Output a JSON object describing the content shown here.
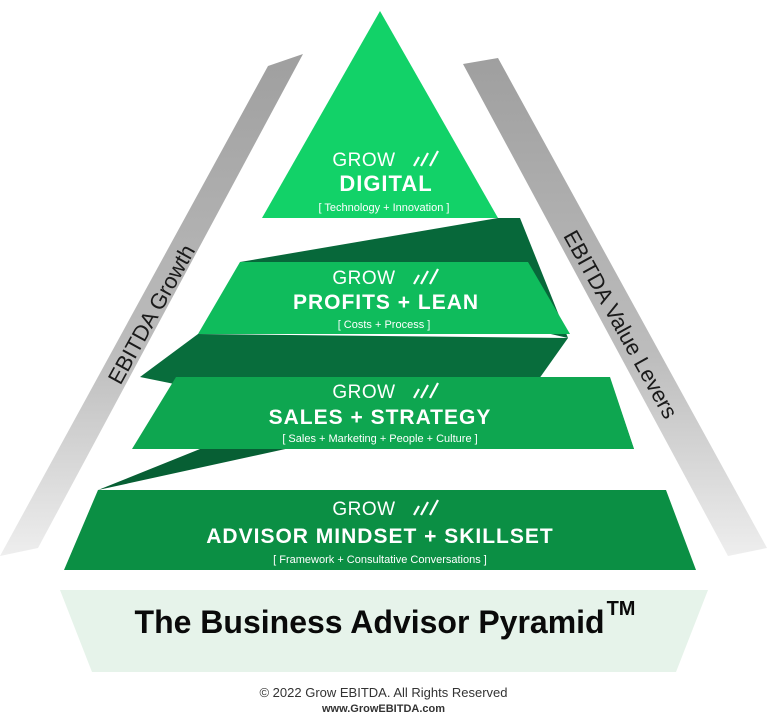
{
  "side_labels": {
    "left": "EBITDA Growth",
    "right": "EBITDA Value Levers"
  },
  "tiers": [
    {
      "brand": "GROW",
      "title": "DIGITAL",
      "subtitle": "[ Technology + Innovation ]"
    },
    {
      "brand": "GROW",
      "title": "PROFITS + LEAN",
      "subtitle": "[ Costs + Process ]"
    },
    {
      "brand": "GROW",
      "title": "SALES + STRATEGY",
      "subtitle": "[ Sales + Marketing + People + Culture ]"
    },
    {
      "brand": "GROW",
      "title": "ADVISOR MINDSET + SKILLSET",
      "subtitle": "[ Framework + Consultative Conversations ]"
    }
  ],
  "banner": {
    "title": "The Business Advisor Pyramid",
    "trademark": "TM"
  },
  "footer": {
    "copyright": "© 2022 Grow EBITDA. All Rights Reserved",
    "website": "www.GrowEBITDA.com"
  },
  "colors": {
    "tier_top": "#12d268",
    "tier_2": "#0fb85a",
    "tier_3": "#0ea24e",
    "tier_bottom": "#0b8a42",
    "connector": "#07683a",
    "banner_bg": "#e6f3ea",
    "frame": "#a9a9a9"
  }
}
